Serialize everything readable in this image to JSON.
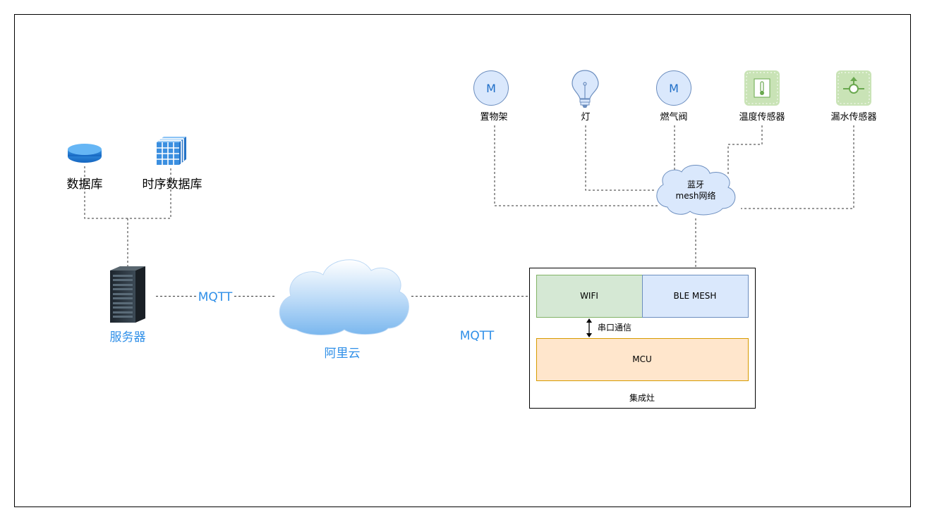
{
  "servers": {
    "db_label": "数据库",
    "tsdb_label": "时序数据库",
    "server_label": "服务器"
  },
  "links": {
    "mqtt_left": "MQTT",
    "mqtt_right": "MQTT"
  },
  "cloud": {
    "label": "阿里云"
  },
  "devices": {
    "shelf_label": "置物架",
    "light_label": "灯",
    "gas_valve_label": "燃气阀",
    "temp_sensor_label": "温度传感器",
    "leak_sensor_label": "漏水传感器",
    "motor_glyph": "M"
  },
  "mesh": {
    "line1": "蓝牙",
    "line2": "mesh网络"
  },
  "stove": {
    "wifi_label": "WIFI",
    "ble_label": "BLE MESH",
    "serial_label": "串口通信",
    "mcu_label": "MCU",
    "title": "集成灶"
  },
  "colors": {
    "blue_text": "#2f8fe8",
    "wifi_fill": "#d5e8d4",
    "wifi_stroke": "#82b366",
    "ble_fill": "#dae8fc",
    "ble_stroke": "#6c8ebf",
    "mcu_fill": "#ffe6cc",
    "mcu_stroke": "#d79b00"
  }
}
